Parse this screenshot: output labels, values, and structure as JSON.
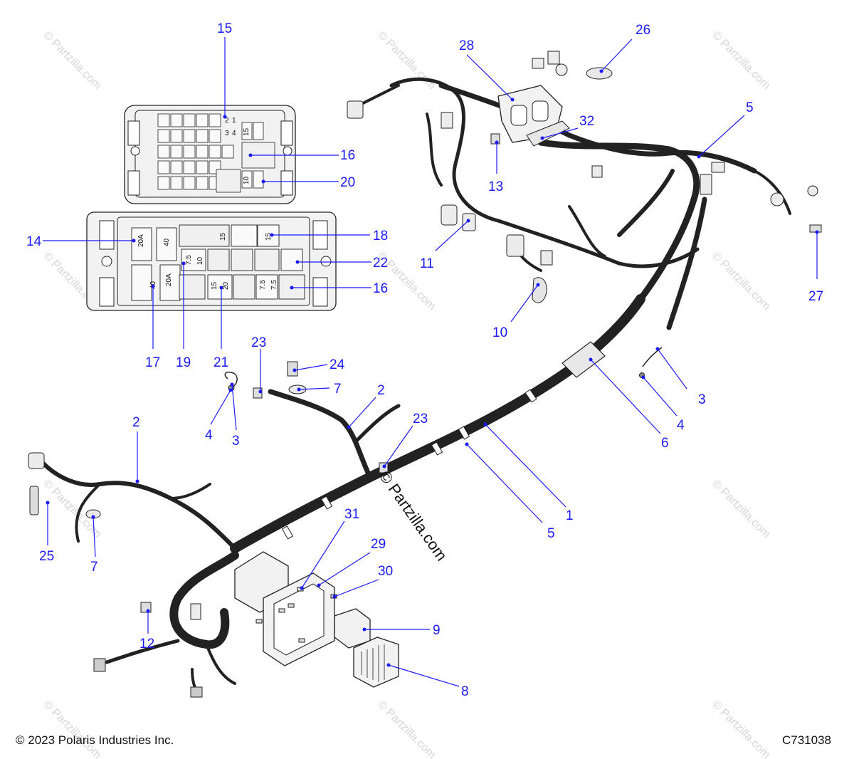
{
  "footer": {
    "copyright": "© 2023 Polaris Industries Inc.",
    "drawing_code": "C731038"
  },
  "watermark": {
    "center_text": "© Partzilla.com",
    "repeat_text": "© Partzilla.com"
  },
  "fuse_labels": {
    "relay_small_1": "2",
    "relay_small_2": "1",
    "relay_small_3": "3",
    "relay_small_4": "4",
    "f15": "15",
    "f20a_1": "20A",
    "f40_1": "40",
    "f20a_2": "20A",
    "f40_2": "40",
    "f7_5a": "7.5",
    "f10a": "10",
    "f15b": "15",
    "f15c": "15",
    "f15d": "15",
    "f20": "20",
    "f7_5b": "7.5",
    "f7_5c": "7.5",
    "f10b": "10"
  },
  "callouts": [
    {
      "id": "c1",
      "label": "1"
    },
    {
      "id": "c2a",
      "label": "2"
    },
    {
      "id": "c2b",
      "label": "2"
    },
    {
      "id": "c3a",
      "label": "3"
    },
    {
      "id": "c3b",
      "label": "3"
    },
    {
      "id": "c4a",
      "label": "4"
    },
    {
      "id": "c4b",
      "label": "4"
    },
    {
      "id": "c5a",
      "label": "5"
    },
    {
      "id": "c5b",
      "label": "5"
    },
    {
      "id": "c6",
      "label": "6"
    },
    {
      "id": "c7a",
      "label": "7"
    },
    {
      "id": "c7b",
      "label": "7"
    },
    {
      "id": "c8",
      "label": "8"
    },
    {
      "id": "c9",
      "label": "9"
    },
    {
      "id": "c10",
      "label": "10"
    },
    {
      "id": "c11",
      "label": "11"
    },
    {
      "id": "c12",
      "label": "12"
    },
    {
      "id": "c13",
      "label": "13"
    },
    {
      "id": "c14",
      "label": "14"
    },
    {
      "id": "c15",
      "label": "15"
    },
    {
      "id": "c16a",
      "label": "16"
    },
    {
      "id": "c16b",
      "label": "16"
    },
    {
      "id": "c17",
      "label": "17"
    },
    {
      "id": "c18",
      "label": "18"
    },
    {
      "id": "c19",
      "label": "19"
    },
    {
      "id": "c20",
      "label": "20"
    },
    {
      "id": "c21",
      "label": "21"
    },
    {
      "id": "c22",
      "label": "22"
    },
    {
      "id": "c23a",
      "label": "23"
    },
    {
      "id": "c23b",
      "label": "23"
    },
    {
      "id": "c24",
      "label": "24"
    },
    {
      "id": "c25",
      "label": "25"
    },
    {
      "id": "c26",
      "label": "26"
    },
    {
      "id": "c27",
      "label": "27"
    },
    {
      "id": "c28",
      "label": "28"
    },
    {
      "id": "c29",
      "label": "29"
    },
    {
      "id": "c30",
      "label": "30"
    },
    {
      "id": "c31",
      "label": "31"
    },
    {
      "id": "c32",
      "label": "32"
    }
  ],
  "colors": {
    "callout": "#1a1aff",
    "line_art": "#222222",
    "watermark": "#d6d6d6"
  }
}
